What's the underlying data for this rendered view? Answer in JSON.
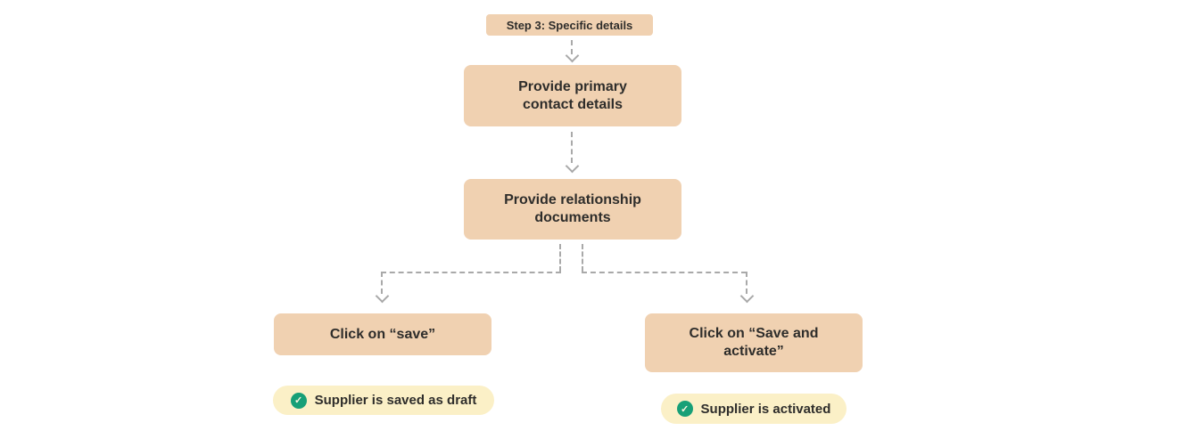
{
  "colors": {
    "node_fill": "#F0D1B1",
    "pill_fill": "#FBF0C7",
    "check_green": "#17A077",
    "text": "#2E2D2B",
    "connector_gray": "#A9A9A9",
    "background": "#FFFFFF"
  },
  "flow": {
    "step_header": "Step 3: Specific details",
    "node_primary_contact": "Provide primary\ncontact details",
    "node_relationship_docs": "Provide relationship\ndocuments",
    "node_click_save": "Click on “save”",
    "node_click_save_activate": "Click on “Save and\nactivate”",
    "result_saved_draft": "Supplier is saved as draft",
    "result_activated": "Supplier is activated"
  },
  "icons": {
    "check_glyph": "✓"
  }
}
